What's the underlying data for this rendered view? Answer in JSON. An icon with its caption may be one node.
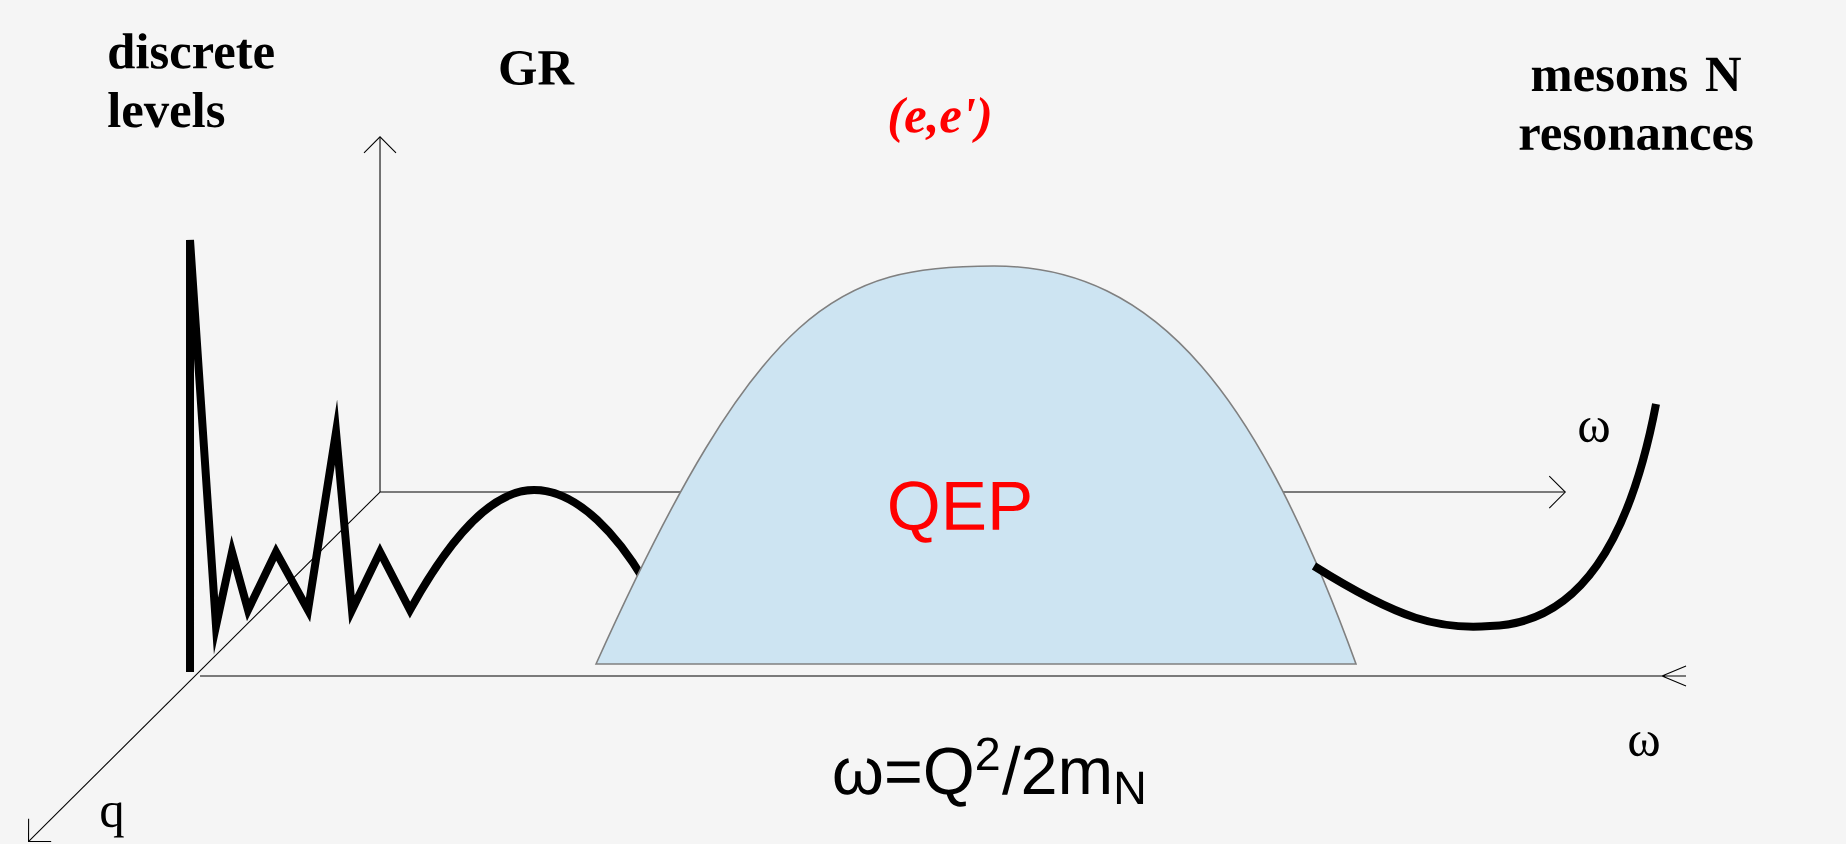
{
  "diagram": {
    "nodes": [
      {
        "text": [
          "QEP"
        ]
      }
    ],
    "labels": [
      "discrete levels",
      "GR",
      "*(e,e')*",
      "mesons N resonances",
      "ω",
      "ω",
      "q",
      "ω=Q$^{2}$/2m$_{N}$"
    ]
  }
}
